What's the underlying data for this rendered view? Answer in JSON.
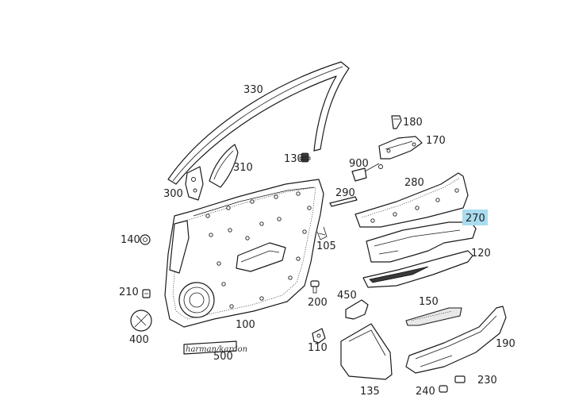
{
  "diagram": {
    "parts": [
      {
        "id": "330",
        "label": "330"
      },
      {
        "id": "180",
        "label": "180"
      },
      {
        "id": "170",
        "label": "170"
      },
      {
        "id": "130",
        "label": "130"
      },
      {
        "id": "900",
        "label": "900"
      },
      {
        "id": "310",
        "label": "310"
      },
      {
        "id": "300",
        "label": "300"
      },
      {
        "id": "280",
        "label": "280"
      },
      {
        "id": "290",
        "label": "290"
      },
      {
        "id": "270",
        "label": "270",
        "highlighted": true
      },
      {
        "id": "140",
        "label": "140"
      },
      {
        "id": "105",
        "label": "105"
      },
      {
        "id": "120",
        "label": "120"
      },
      {
        "id": "210",
        "label": "210"
      },
      {
        "id": "200",
        "label": "200"
      },
      {
        "id": "450",
        "label": "450"
      },
      {
        "id": "150",
        "label": "150"
      },
      {
        "id": "100",
        "label": "100"
      },
      {
        "id": "400",
        "label": "400"
      },
      {
        "id": "110",
        "label": "110"
      },
      {
        "id": "190",
        "label": "190"
      },
      {
        "id": "500",
        "label": "500"
      },
      {
        "id": "230",
        "label": "230"
      },
      {
        "id": "135",
        "label": "135"
      },
      {
        "id": "240",
        "label": "240"
      }
    ],
    "badge_text": "harman/kardon",
    "highlight_color": "#a9dcef"
  }
}
